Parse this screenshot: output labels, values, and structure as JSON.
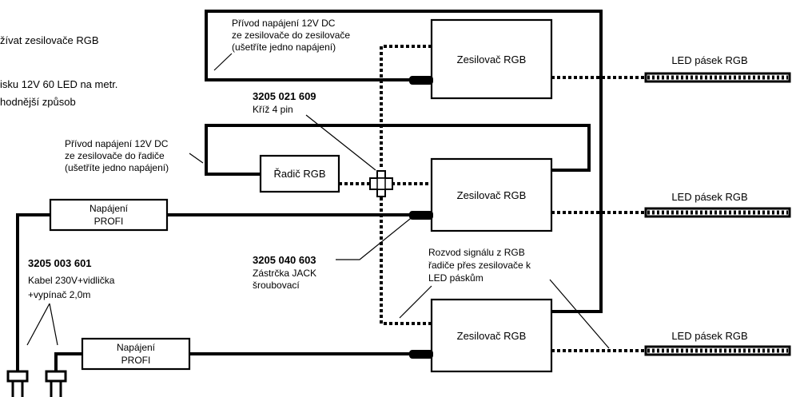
{
  "intro_lines": [
    "žívat zesilovače RGB",
    "isku 12V 60 LED na metr.",
    "hodnější způsob"
  ],
  "amplifier_label": "Zesilovač RGB",
  "controller_label": "Řadič RGB",
  "power_supply_label": [
    "Napájení",
    "PROFI"
  ],
  "led_strip_label": "LED pásek RGB",
  "note_top": [
    "Přívod napájení 12V DC",
    "ze zesilovače do zesilovače",
    "(ušetříte jedno napájení)"
  ],
  "note_controller": [
    "Přívod napájení 12V DC",
    "ze zesilovače do řadiče",
    "(ušetříte jedno napájení)"
  ],
  "cross_code": "3205 021 609",
  "cross_name": "Kříž 4 pin",
  "jack_code": "3205 040 603",
  "jack_name": [
    "Zástrčka JACK",
    "šroubovací"
  ],
  "cable_code": "3205 003 601",
  "cable_name": [
    "Kabel 230V+vidlička",
    "+vypínač 2,0m"
  ],
  "signal_note": [
    "Rozvod signálu z RGB",
    "řadiče přes zesilovače k",
    "LED páskům"
  ],
  "icons": {
    "connector": "jack-plug-icon",
    "cross": "cross-4pin-icon",
    "plug": "power-plug-icon",
    "strip": "led-strip-icon"
  }
}
